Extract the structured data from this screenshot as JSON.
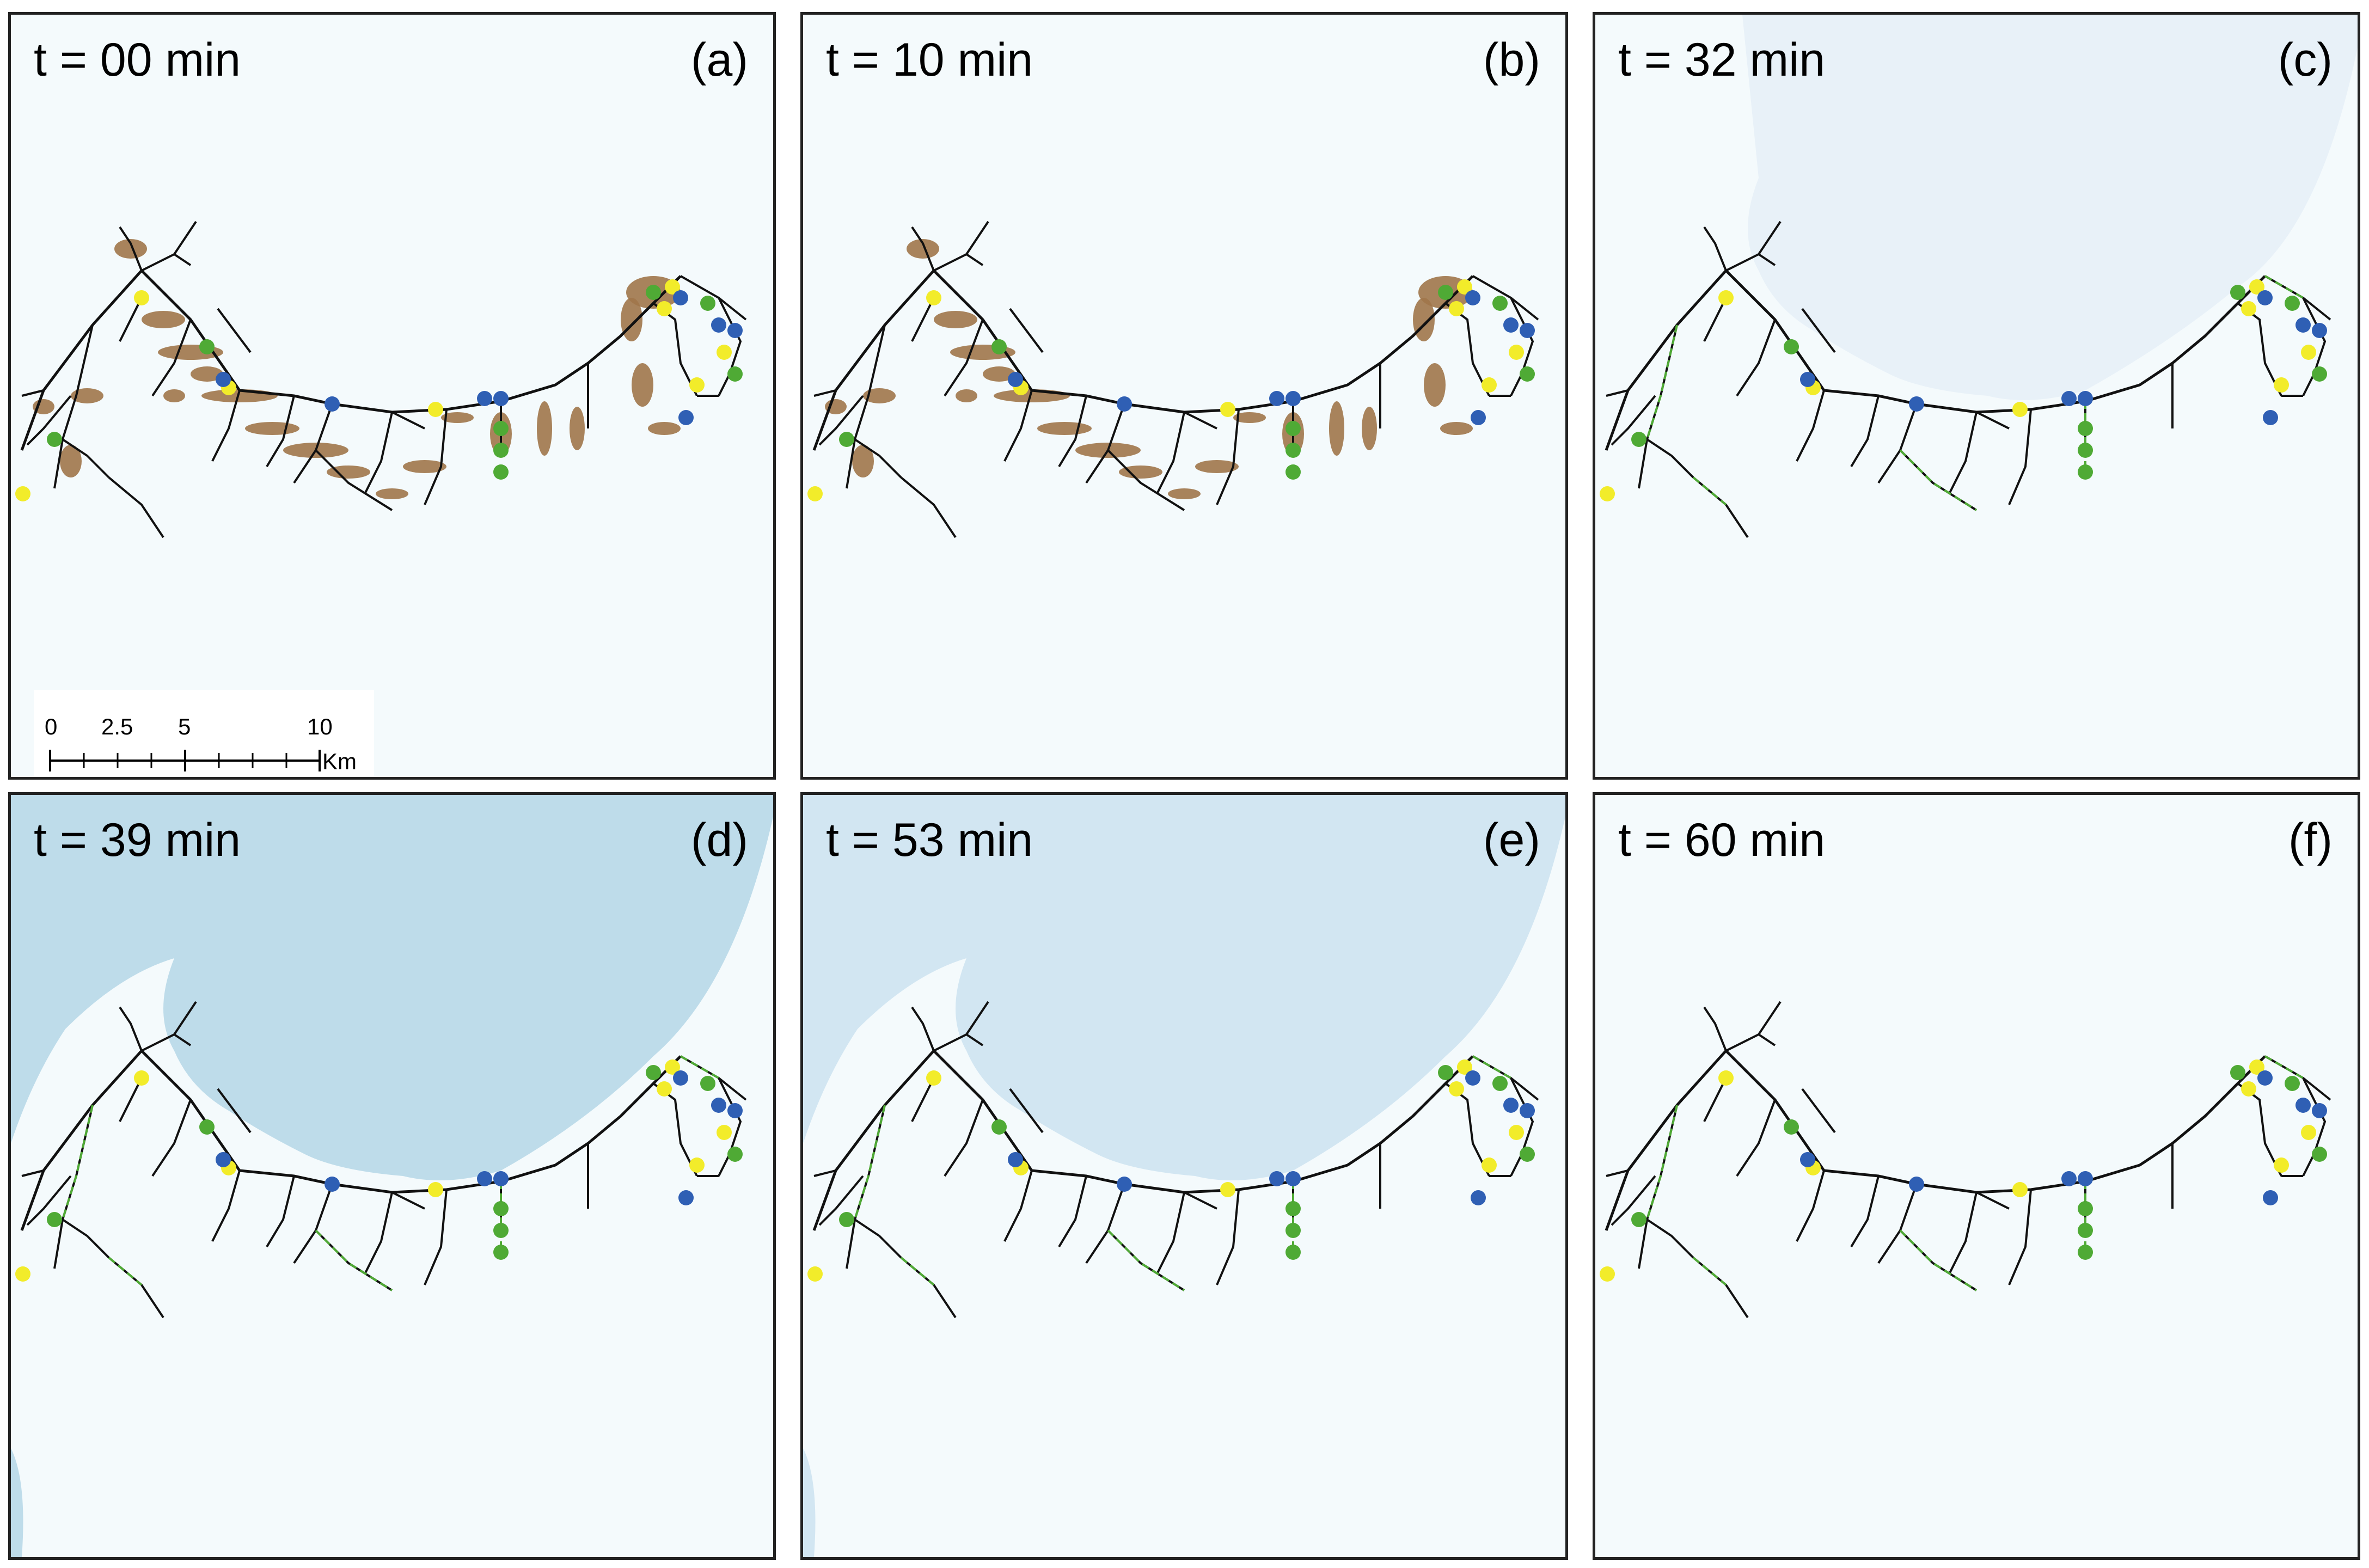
{
  "panels": [
    {
      "time": "t = 00 min",
      "letter": "(a)",
      "flood": "none",
      "scale": true
    },
    {
      "time": "t = 10 min",
      "letter": "(b)",
      "flood": "none",
      "scale": false
    },
    {
      "time": "t = 32 min",
      "letter": "(c)",
      "flood": "light",
      "scale": false
    },
    {
      "time": "t = 39 min",
      "letter": "(d)",
      "flood": "deep",
      "scale": false
    },
    {
      "time": "t = 53 min",
      "letter": "(e)",
      "flood": "mid",
      "scale": false
    },
    {
      "time": "t = 60 min",
      "letter": "(f)",
      "flood": "none",
      "scale": false
    }
  ],
  "scale_bar": {
    "ticks": [
      "0",
      "2.5",
      "5",
      "10"
    ],
    "unit": "Km"
  },
  "colors": {
    "road": "#111111",
    "buildings": "#a0764a",
    "node_yellow": "#f2ec2a",
    "node_green": "#4faa35",
    "node_blue": "#2f5fb4",
    "flood_light": "#e8f1f8",
    "flood_mid": "#d2e6f2",
    "flood_deep": "#bedcea",
    "land": "#f4fafc"
  }
}
